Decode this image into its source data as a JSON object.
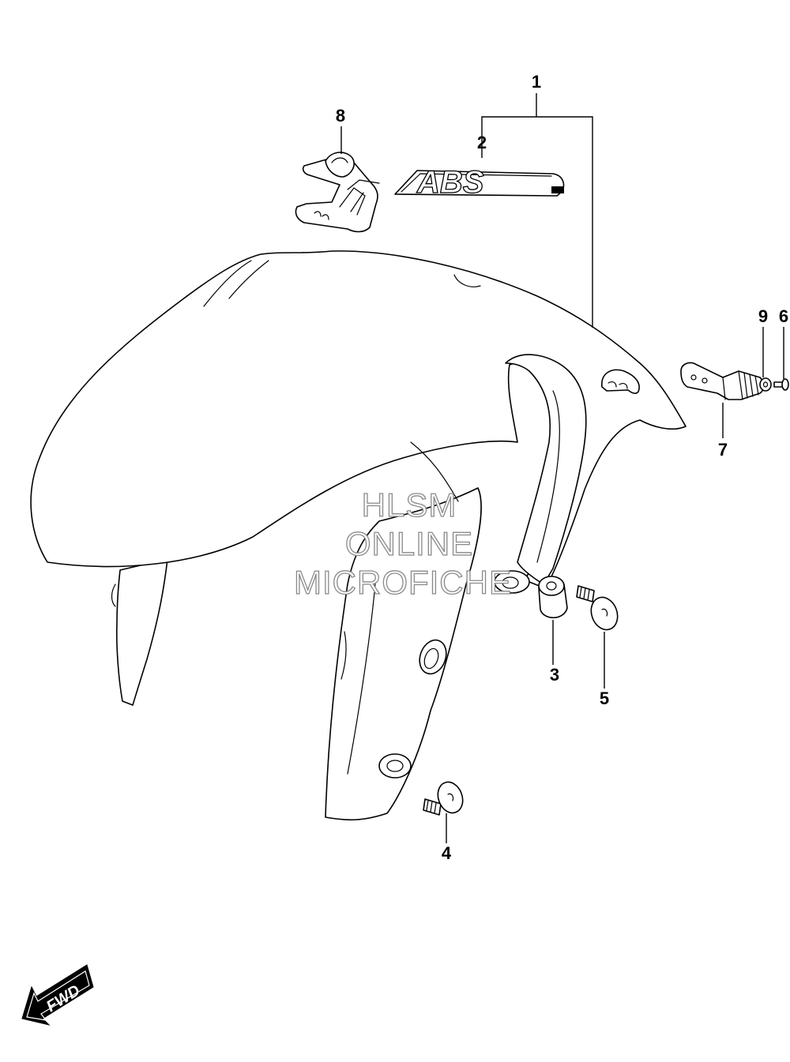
{
  "diagram": {
    "callouts": [
      {
        "id": "1",
        "label": "1"
      },
      {
        "id": "2",
        "label": "2"
      },
      {
        "id": "3",
        "label": "3"
      },
      {
        "id": "4",
        "label": "4"
      },
      {
        "id": "5",
        "label": "5"
      },
      {
        "id": "6",
        "label": "6"
      },
      {
        "id": "7",
        "label": "7"
      },
      {
        "id": "8",
        "label": "8"
      },
      {
        "id": "9",
        "label": "9"
      }
    ],
    "emblem_text": "ABS",
    "direction_marker": "FWD",
    "watermark": {
      "line1": "HLSM",
      "line2": "ONLINE",
      "line3": "MICROFICHE"
    },
    "colors": {
      "line": "#000000",
      "background": "#ffffff",
      "watermark": "#8a8a8a"
    }
  }
}
